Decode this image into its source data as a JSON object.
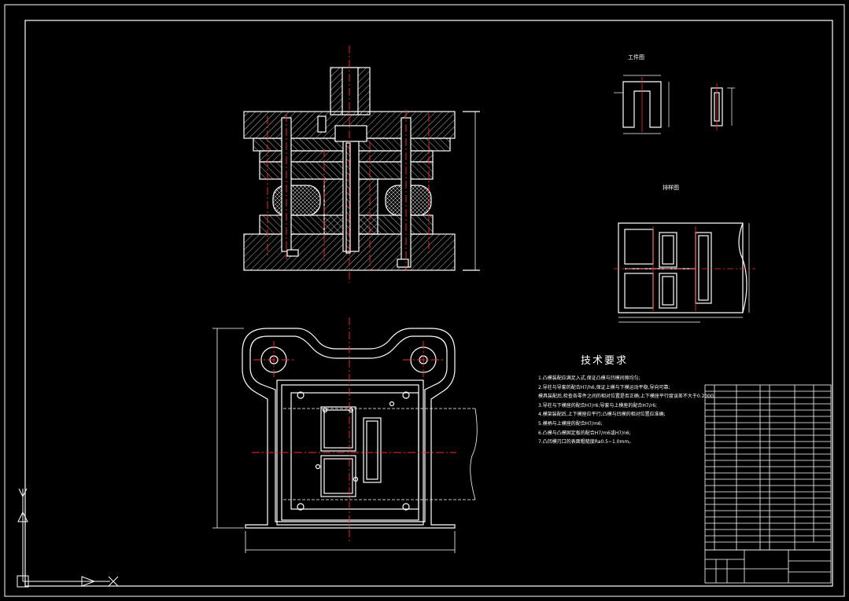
{
  "technical_requirements": {
    "title": "技术要求",
    "items": [
      "1.凸模装配应满足入式,保证凸模与凹模间隙均匀;",
      "2.导柱与导套的配合H7/h6,保证上模与下模运动平稳,导向可靠;",
      "  模具装配后,检查各零件之间的相对位置是否正确;上下模座平行度误差不大于0.2000;",
      "3.导柱与下模座的配合H7/r6;导套与上模座的配合H7/r6;",
      "4.模架装配后,上下模座应平行;凸模与凹模的相对位置应准确;",
      "5.模柄与上模座的配合H7/m6;",
      "6.凸模与凸模固定板的配合H7/m6或H7/n6;",
      "7.凸凹模刃口的表面粗糙度Ra0.5~1.0mm。"
    ]
  },
  "view_labels": {
    "workpiece": "工件图",
    "layout": "排样图"
  },
  "colors": {
    "background": "#000000",
    "outline": "#ffffff",
    "center_line": "#ff2a2a",
    "dimension": "#ffffff"
  }
}
